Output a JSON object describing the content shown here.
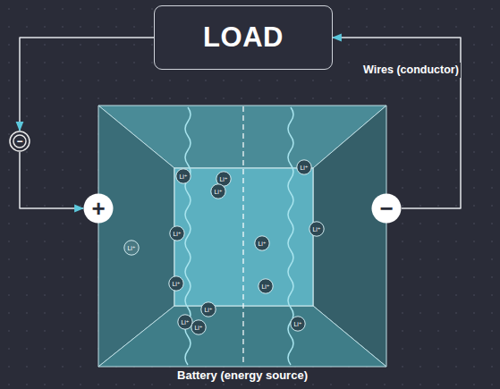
{
  "diagram": {
    "nodes": [
      {
        "text": [
          "LOAD"
        ]
      },
      {
        "text": [
          "−"
        ]
      },
      {
        "text": [
          "+"
        ]
      },
      {
        "text": [
          "Battery (energy source)"
        ]
      },
      {
        "text": [
          "−"
        ]
      },
      {
        "text": [
          "Li⁺"
        ],
        "in": 3
      },
      {
        "text": [
          "Li⁺"
        ],
        "in": 3
      },
      {
        "text": [
          "Li⁺"
        ],
        "in": 3
      },
      {
        "text": [
          "Li⁺"
        ],
        "in": 3
      },
      {
        "text": [
          "Li⁺"
        ],
        "in": 3
      },
      {
        "text": [
          "Li⁺"
        ],
        "in": 3
      },
      {
        "text": [
          "Li⁺"
        ],
        "in": 3
      },
      {
        "text": [
          "Li⁺"
        ],
        "in": 3
      },
      {
        "text": [
          "Li⁺"
        ],
        "in": 3
      },
      {
        "text": [
          "Li⁺"
        ],
        "in": 3
      },
      {
        "text": [
          "Li⁺"
        ],
        "in": 3
      },
      {
        "text": [
          "Li⁺"
        ],
        "in": 3
      },
      {
        "text": [
          "Li⁺"
        ],
        "in": 3
      },
      {
        "text": [
          "Li⁺"
        ],
        "in": 3
      }
    ],
    "edges": [
      {
        "from": 0,
        "to": 1,
        "arrow": "to"
      },
      {
        "from": 1,
        "to": 2,
        "arrow": "to"
      },
      {
        "from": 4,
        "to": 0,
        "arrow": "to"
      }
    ],
    "labels": [
      "Wires (conductor)"
    ]
  }
}
